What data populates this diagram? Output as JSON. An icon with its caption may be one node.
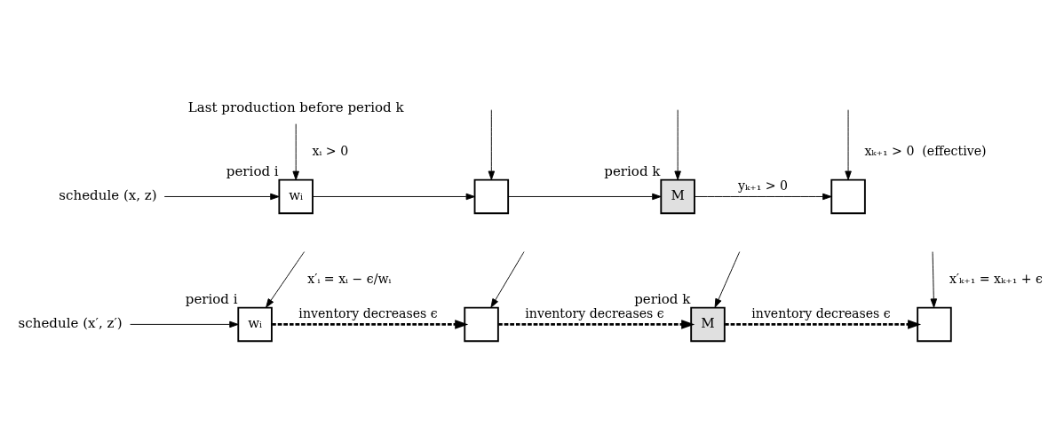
{
  "diagram": {
    "nodes": [
      {
        "text": [
          "Last production before period k"
        ]
      },
      {
        "text": [
          "schedule (x, z)"
        ]
      },
      {
        "text": [
          "wᵢ"
        ],
        "beside": [
          "period i"
        ]
      },
      {
        "text": [],
        "shape": "box"
      },
      {
        "text": [
          "M"
        ],
        "beside": [
          "period k"
        ]
      },
      {
        "text": [],
        "shape": "box"
      },
      {
        "text": [
          "schedule (x′, z′)"
        ]
      },
      {
        "text": [
          "wᵢ"
        ],
        "beside": [
          "period i"
        ]
      },
      {
        "text": [],
        "shape": "box"
      },
      {
        "text": [
          "M"
        ],
        "beside": [
          "period k"
        ]
      },
      {
        "text": [],
        "shape": "box"
      }
    ],
    "edges": [
      {
        "from": 0,
        "to": 2,
        "arrow": "to",
        "label": "xᵢ > 0"
      },
      {
        "from": 1,
        "to": 2,
        "arrow": "to"
      },
      {
        "from": 2,
        "to": 3,
        "arrow": "to"
      },
      {
        "from": 3,
        "to": 4,
        "arrow": "to"
      },
      {
        "from": 4,
        "to": 5,
        "arrow": "to",
        "label": "yₖ₊₁ > 0"
      },
      {
        "from": null,
        "to": 3,
        "arrow": "to"
      },
      {
        "from": null,
        "to": 4,
        "arrow": "to"
      },
      {
        "from": null,
        "to": 5,
        "arrow": "to",
        "label": "xₖ₊₁ > 0  (effective)"
      },
      {
        "from": null,
        "to": 7,
        "arrow": "to",
        "label": "x′ᵢ = xᵢ − ϵ/wᵢ"
      },
      {
        "from": 6,
        "to": 7,
        "arrow": "to"
      },
      {
        "from": 7,
        "to": 8,
        "arrow": "to",
        "label": "inventory decreases ϵ",
        "style": "dashed"
      },
      {
        "from": 8,
        "to": 9,
        "arrow": "to",
        "label": "inventory decreases ϵ",
        "style": "dashed"
      },
      {
        "from": 9,
        "to": 10,
        "arrow": "to",
        "label": "inventory decreases ϵ",
        "style": "dashed"
      },
      {
        "from": null,
        "to": 8,
        "arrow": "to"
      },
      {
        "from": null,
        "to": 9,
        "arrow": "to"
      },
      {
        "from": null,
        "to": 10,
        "arrow": "to",
        "label": "x′ₖ₊₁ = xₖ₊₁ + ϵ"
      }
    ]
  }
}
